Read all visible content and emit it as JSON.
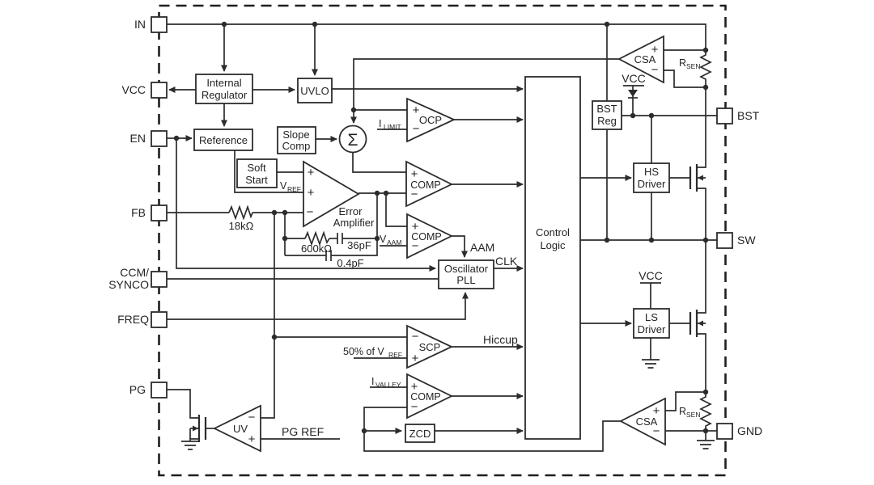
{
  "pins": {
    "in": "IN",
    "vcc": "VCC",
    "en": "EN",
    "fb": "FB",
    "ccm_line1": "CCM/",
    "ccm_line2": "SYNCO",
    "freq": "FREQ",
    "pg": "PG",
    "bst": "BST",
    "sw": "SW",
    "gnd": "GND"
  },
  "blocks": {
    "internal_regulator_1": "Internal",
    "internal_regulator_2": "Regulator",
    "uvlo": "UVLO",
    "reference": "Reference",
    "slope_comp_1": "Slope",
    "slope_comp_2": "Comp",
    "soft_start_1": "Soft",
    "soft_start_2": "Start",
    "error_amp_1": "Error",
    "error_amp_2": "Amplifier",
    "oscillator_1": "Oscillator",
    "oscillator_2": "PLL",
    "control_logic_1": "Control",
    "control_logic_2": "Logic",
    "bst_reg_1": "BST",
    "bst_reg_2": "Reg",
    "hs_driver_1": "HS",
    "hs_driver_2": "Driver",
    "ls_driver_1": "LS",
    "ls_driver_2": "Driver",
    "zcd": "ZCD"
  },
  "comparators": {
    "ocp": "OCP",
    "pwm": "COMP",
    "aam": "COMP",
    "scp": "SCP",
    "valley": "COMP",
    "uv": "UV",
    "csa_top": "CSA",
    "csa_bottom": "CSA"
  },
  "signals": {
    "i_limit_base": "I",
    "i_limit_sub": "LIMIT",
    "v_ref_base": "V",
    "v_ref_sub": "REF",
    "v_aam_base": "V",
    "v_aam_sub": "AAM",
    "i_valley_base": "I",
    "i_valley_sub": "VALLEY",
    "scp_ref_base": "50% of V",
    "scp_ref_sub": "REF",
    "pg_ref": "PG REF",
    "aam": "AAM",
    "clk": "CLK",
    "hiccup": "Hiccup",
    "vcc_bst": "VCC",
    "vcc_ls": "VCC"
  },
  "components": {
    "r_fb": "18kΩ",
    "r_comp": "600kΩ",
    "c_comp": "36pF",
    "c_hf": "0.4pF",
    "rsen_top_base": "R",
    "rsen_top_sub": "SEN",
    "rsen_bottom_base": "R",
    "rsen_bottom_sub": "SEN"
  },
  "marks": {
    "plus": "+",
    "minus": "−",
    "sigma": "Σ"
  },
  "colors": {
    "ink": "#2c2c2c",
    "background": "#ffffff"
  }
}
